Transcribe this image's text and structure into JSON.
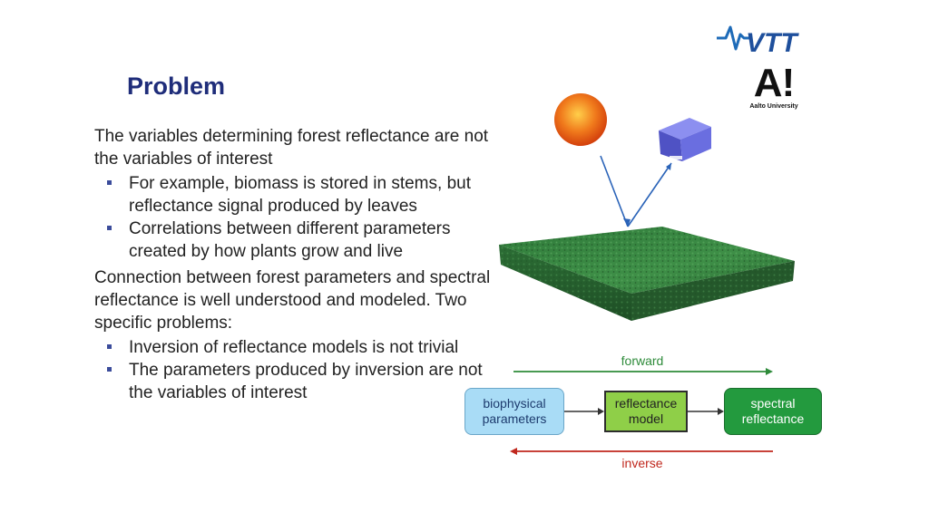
{
  "title": "Problem",
  "content": {
    "para1": "The variables determining forest reflectance are not the variables of interest",
    "bullets1": [
      "For example, biomass is stored in stems, but reflectance signal produced by leaves",
      "Correlations between different parameters created by how plants grow and live"
    ],
    "para2": "Connection between forest parameters and spectral reflectance is well understood and modeled. Two specific problems:",
    "bullets2": [
      "Inversion of reflectance models is not trivial",
      "The parameters produced by inversion are not the variables of interest"
    ]
  },
  "logos": {
    "vtt": "VTT",
    "aalto_mark": "A",
    "aalto_excl": "!",
    "aalto_name": "Aalto University"
  },
  "diagram": {
    "forward_label": "forward",
    "inverse_label": "inverse",
    "box_bio": "biophysical parameters",
    "box_model": "reflectance model",
    "box_spectral": "spectral reflectance"
  },
  "colors": {
    "title": "#1f2d7a",
    "forward": "#2e8b3a",
    "inverse": "#c0281e",
    "bio_box": "#a9dcf6",
    "model_box": "#8fcf48",
    "spectral_box": "#239a3e",
    "bullet": "#3b4c9b"
  }
}
